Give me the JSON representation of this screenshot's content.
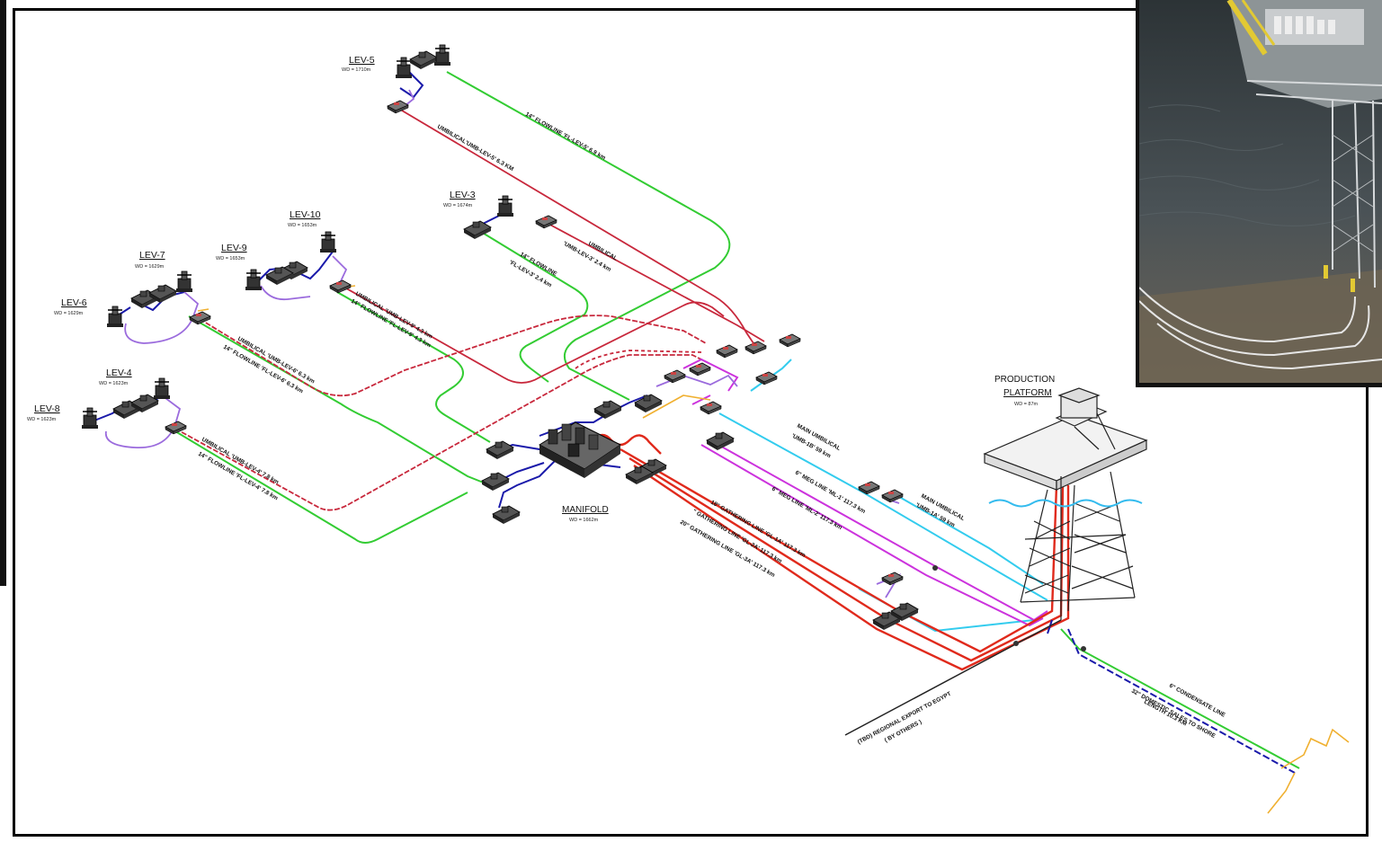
{
  "wells": [
    {
      "name": "LEV-5",
      "wd": "WD = 1710m"
    },
    {
      "name": "LEV-3",
      "wd": "WD = 1674m"
    },
    {
      "name": "LEV-10",
      "wd": "WD = 1653m"
    },
    {
      "name": "LEV-9",
      "wd": "WD = 1653m"
    },
    {
      "name": "LEV-7",
      "wd": "WD = 1629m"
    },
    {
      "name": "LEV-6",
      "wd": "WD = 1629m"
    },
    {
      "name": "LEV-4",
      "wd": "WD = 1623m"
    },
    {
      "name": "LEV-8",
      "wd": "WD = 1623m"
    }
  ],
  "manifold": {
    "name": "MANIFOLD",
    "wd": "WD = 1662m"
  },
  "platform": {
    "line1": "PRODUCTION",
    "line2": "PLATFORM",
    "wd": "WD = 87m"
  },
  "line_labels": {
    "fl_lev5": "14\" FLOWLINE 'FL-LEV-5' 6.9 km",
    "umb_lev5": "UMBILICAL'UMB-LEV-5' 6.3 KM",
    "umb_lev3_a": "UMBILICAL",
    "umb_lev3_b": "'UMB-LEV-3' 2.4 km",
    "fl_lev3_a": "14\" FLOWLINE",
    "fl_lev3_b": "'FL-LEV-3' 2.4 km",
    "umb_lev9": "UMBILICAL 'UMB-LEV-9' 4.3 km",
    "fl_lev9": "14\" FLOWLINE 'FL-LEV-9' 4.3 km",
    "umb_lev6": "UMBILICAL 'UMB-LEV-6' 6.3 km",
    "fl_lev6": "14\" FLOWLINE 'FL-LEV-6' 6.3 km",
    "umb_lev4": "UMBILICAL 'UMB-LEV-4' 7.8 km",
    "fl_lev4": "14\" FLOWLINE 'FL-LEV-4' 7.8 km",
    "main_umb1_a": "MAIN UMBILICAL",
    "main_umb1_b": "'UMB-1B' 59 km",
    "main_umb2_a": "MAIN UMBILICAL",
    "main_umb2_b": "'UMB-1A' 59 km",
    "meg1": "6\" MEG LINE 'ML-1' 117.3 km",
    "meg2": "6\" MEG LINE 'ML-2' 117.3 km",
    "gl1": "18\" GATHERING LINE 'GL-1A' 117.3 km",
    "gl2": "\" GATHERING LINE 'GL-2A' 117.3 km",
    "gl3": "20\" GATHERING LINE 'GL-3A' 117.3 km",
    "export_a": "(TBD) REGIONAL EXPORT TO EGYPT",
    "export_b": "( BY OTHERS )",
    "condensate": "6\" CONDENSATE LINE",
    "domestic_a": "32\" DOMESTIC SALES TO SHORE",
    "domestic_b": "LENGTH 10.3 KM"
  },
  "colors": {
    "flowline": "#33cc33",
    "umbilical": "#c8283c",
    "gathering": "#e02a1c",
    "meg": "#cc33dd",
    "main_umbilical": "#33ccee",
    "jumper": "#1a1aaa",
    "export_sales": "#1a1aaa"
  }
}
